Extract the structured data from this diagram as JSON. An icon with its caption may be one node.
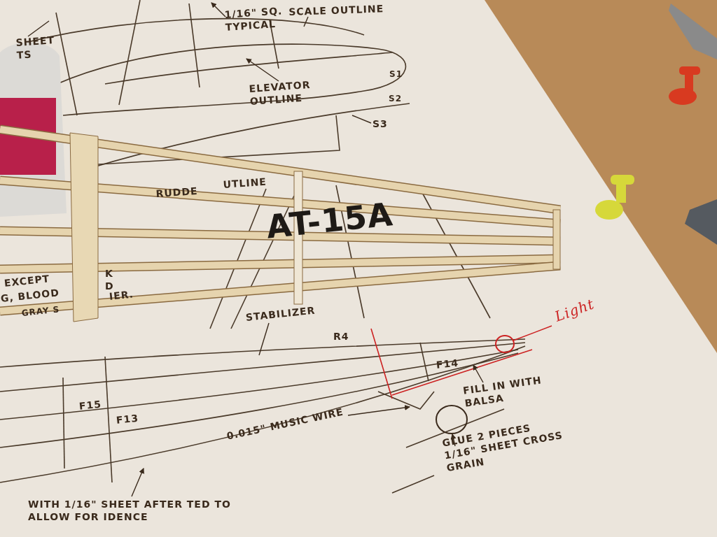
{
  "diagram": {
    "nodes": [
      {
        "text": [
          "SCALE OUTLINE"
        ]
      },
      {
        "text": [
          "1/16\" SQ. TYPICAL"
        ]
      },
      {
        "text": [
          "SHEET TS"
        ]
      },
      {
        "text": [
          "ELEVATOR OUTLINE"
        ]
      },
      {
        "text": [
          "S3"
        ]
      },
      {
        "text": [
          "STABILIZER"
        ]
      },
      {
        "text": [
          "Light"
        ]
      },
      {
        "text": [],
        "shape": "circle"
      },
      {
        "text": [
          "FILL IN WITH BALSA"
        ]
      },
      {
        "text": [
          "0.015\" MUSIC WIRE"
        ]
      },
      {
        "text": [],
        "shape": "circle"
      },
      {
        "text": [
          "GLUE 2 PIECES 1/16\" SHEET CROSS GRAIN"
        ]
      },
      {
        "text": [
          "WITH 1/16\" SHEET AFTER TED TO ALLOW FOR IDENCE"
        ]
      }
    ],
    "edges": [
      {
        "from": 0,
        "to": null,
        "arrow": "none"
      },
      {
        "from": 1,
        "to": null,
        "arrow": "to"
      },
      {
        "from": 2,
        "to": null,
        "arrow": "none"
      },
      {
        "from": 3,
        "to": null,
        "arrow": "to"
      },
      {
        "from": 4,
        "to": null,
        "arrow": "none"
      },
      {
        "from": 5,
        "to": null,
        "arrow": "none"
      },
      {
        "from": 6,
        "to": 7,
        "arrow": "none",
        "color": "#cc2222"
      },
      {
        "from": 8,
        "to": null,
        "arrow": "to"
      },
      {
        "from": 9,
        "to": null,
        "arrow": "to"
      },
      {
        "from": 11,
        "to": 10,
        "arrow": "to"
      },
      {
        "from": 12,
        "to": null,
        "arrow": "to"
      }
    ],
    "labels": [
      "S1",
      "S2",
      "RUDDE",
      "UTLINE",
      "AT-15A",
      "K",
      "EXCEPT",
      "D",
      "G, BLOOD",
      "IER.",
      "GRAY S",
      "R4",
      "F14",
      "F15",
      "F13"
    ]
  }
}
